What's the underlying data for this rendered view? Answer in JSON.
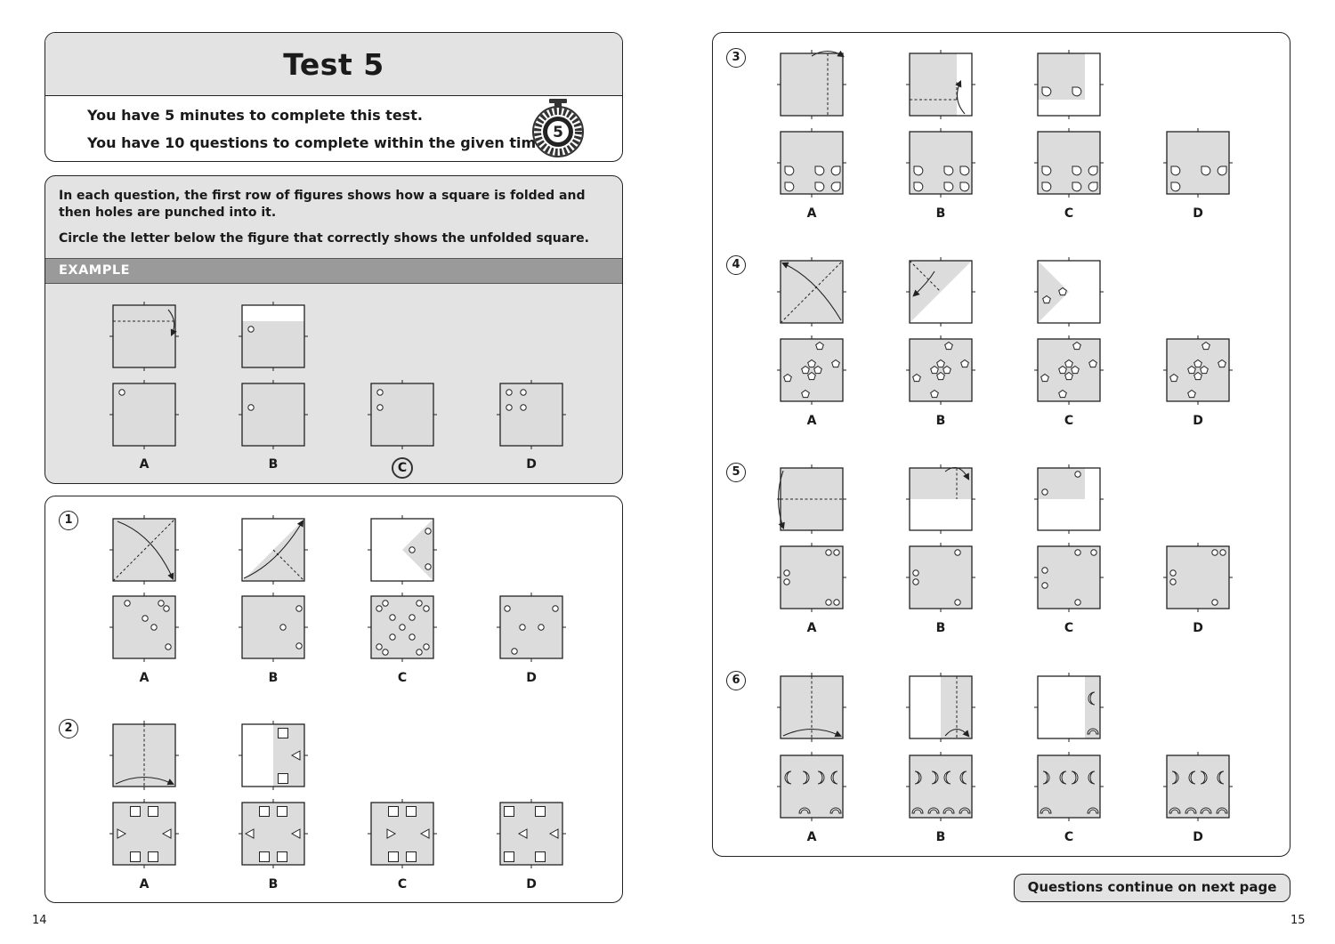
{
  "header": {
    "title": "Test 5",
    "line1": "You have 5 minutes to complete this test.",
    "line2": "You have 10 questions to complete within the given time.",
    "timer_value": "5"
  },
  "instructions": {
    "text1": "In each question, the first row of figures shows how a square is folded and then holes are punched into it.",
    "text2": "Circle the letter below the figure that correctly shows the unfolded square.",
    "example_label": "EXAMPLE",
    "example_answer": "C"
  },
  "option_letters": [
    "A",
    "B",
    "C",
    "D"
  ],
  "questions": [
    {
      "number": "1"
    },
    {
      "number": "2"
    },
    {
      "number": "3"
    },
    {
      "number": "4"
    },
    {
      "number": "5"
    },
    {
      "number": "6"
    }
  ],
  "footer": {
    "continue_label": "Questions continue on next page",
    "page_left": "14",
    "page_right": "15"
  },
  "colors": {
    "shade": "#dcdcdc",
    "panel_bg": "#e3e3e3",
    "example_bar": "#9a9a9a"
  },
  "icons": [
    "stopwatch-icon",
    "fold-arrow-icon",
    "hole-circle",
    "hole-square",
    "hole-triangle",
    "hole-pentagon",
    "hole-crescent",
    "hole-arch",
    "hole-teardrop"
  ]
}
